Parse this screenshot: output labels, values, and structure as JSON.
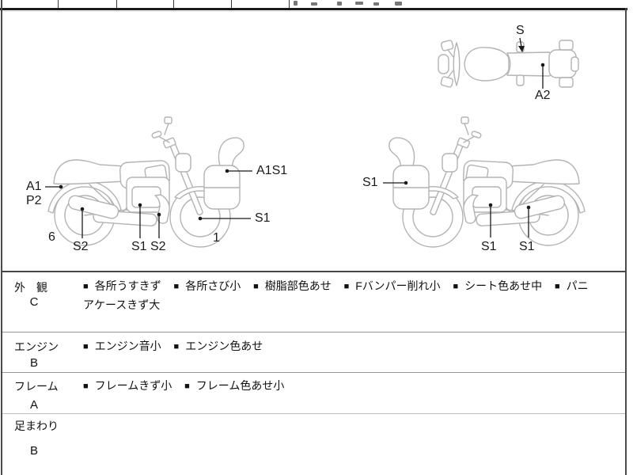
{
  "diagram": {
    "top_view": {
      "label_s": "S",
      "label_a2": "A2"
    },
    "right_side_view": {
      "label_a1": "A1",
      "label_p2": "P2",
      "count_rear": "6",
      "label_s2_muffler": "S2",
      "label_s1_engine": "S1",
      "label_s2_pipe": "S2",
      "count_front": "1",
      "label_a1s1_cowl": "A1S1",
      "label_s1_front_wheel": "S1"
    },
    "left_side_view": {
      "label_s1_cowl": "S1",
      "label_s1_engine": "S1",
      "label_s1_exhaust": "S1"
    }
  },
  "inspection": {
    "bullet": "■",
    "rows": [
      {
        "category": "外　観",
        "grade": "C",
        "items": [
          "各所うすきず",
          "各所さび小",
          "樹脂部色あせ",
          "Fバンパー削れ小",
          "シート色あせ中",
          "パニアケースきず大"
        ]
      },
      {
        "category": "エンジン",
        "grade": "B",
        "items": [
          "エンジン音小",
          "エンジン色あせ"
        ]
      },
      {
        "category": "フレーム",
        "grade": "A",
        "items": [
          "フレームきず小",
          "フレーム色あせ小"
        ]
      },
      {
        "category": "足まわり",
        "grade": "B",
        "items": []
      }
    ]
  },
  "colors": {
    "line_art": "#b3b3b3",
    "pointer": "#1a1a1a",
    "border_dark": "#1a1a1a",
    "border_side": "#4a4a4a",
    "divider_gray": "#949494",
    "divider_light": "#bdbdbd"
  }
}
